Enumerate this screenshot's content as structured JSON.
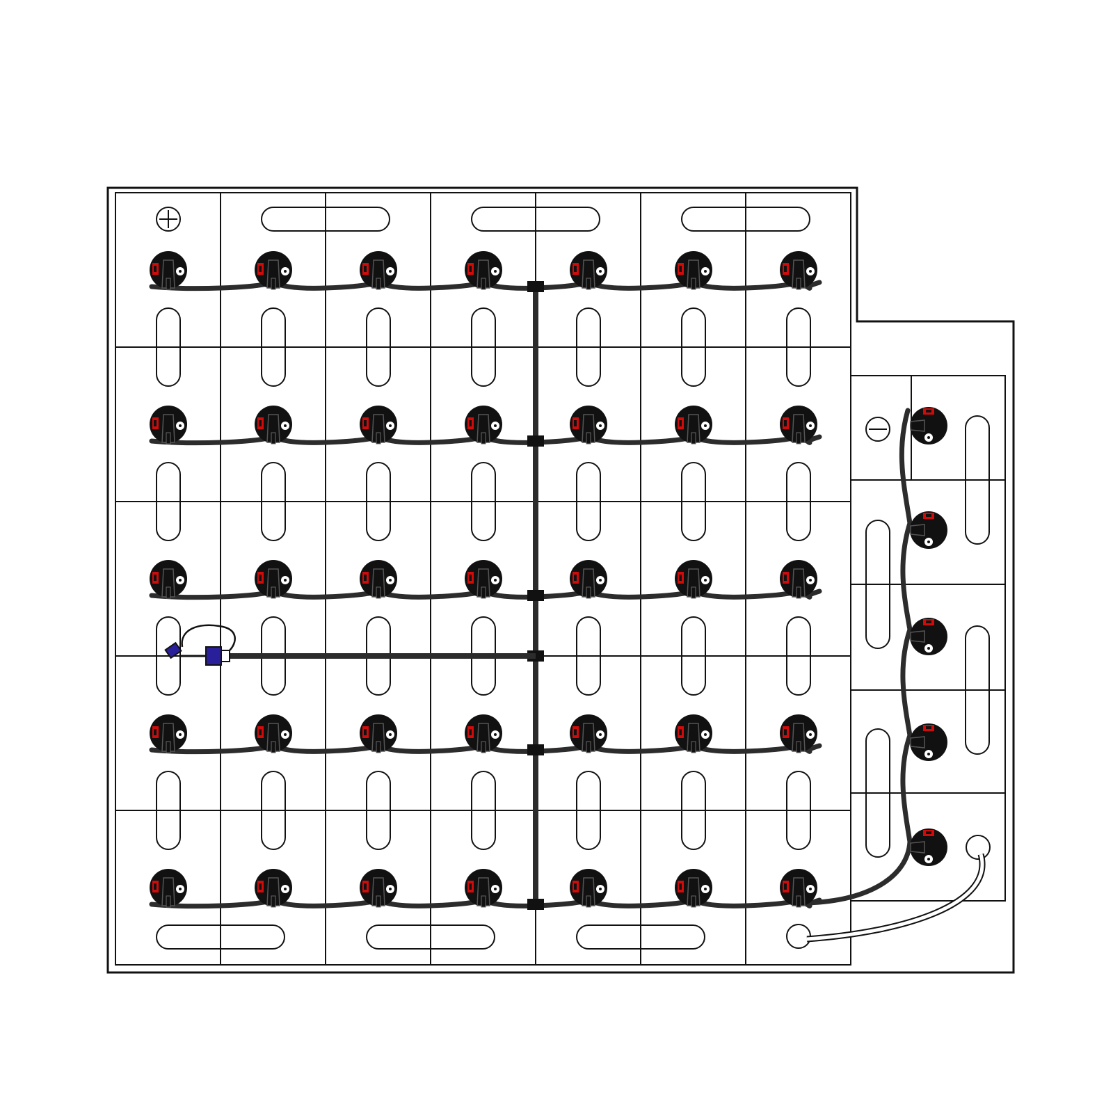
{
  "diagram": {
    "subject": "battery-pack-watering-system",
    "main_block": {
      "columns": 7,
      "rows": 5
    },
    "side_block": {
      "rows": 5
    },
    "terminals": {
      "positive": "plus-sign",
      "negative": "minus-sign"
    }
  },
  "colors": {
    "outline": "#111111",
    "hose": "#2c2c2c",
    "valve_body": "#111111",
    "valve_indicator": "#d10a0a",
    "fill_coupler": "#2a1f9a",
    "background": "#ffffff"
  }
}
